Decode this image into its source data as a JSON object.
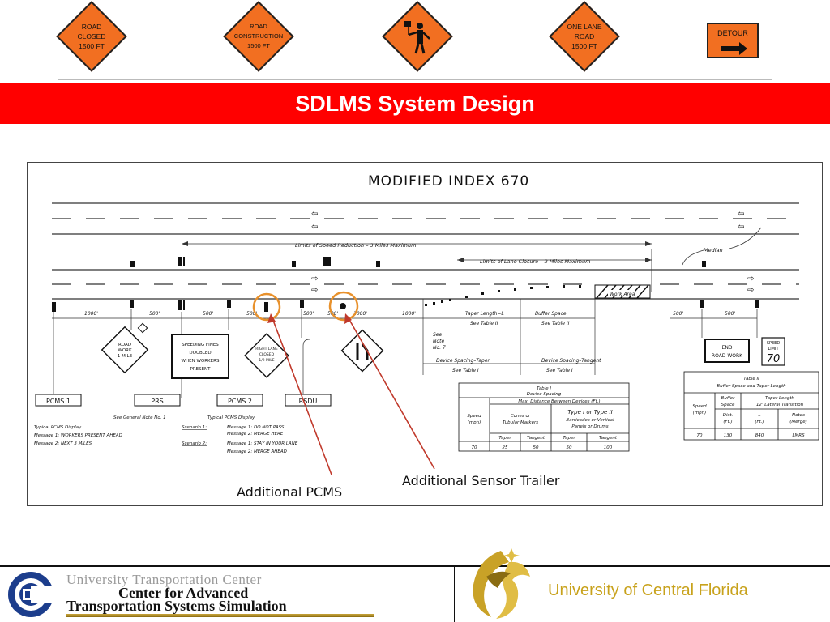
{
  "header": {
    "signs": [
      {
        "lines": [
          "ROAD",
          "CLOSED",
          "1500 FT"
        ]
      },
      {
        "lines": [
          "ROAD",
          "CONSTRUCTION",
          "1500 FT"
        ]
      },
      {
        "lines": []
      },
      {
        "lines": [
          "ONE LANE",
          "ROAD",
          "1500 FT"
        ]
      }
    ],
    "detour_sign": "DETOUR",
    "colors": {
      "sign_orange": "#f26f21",
      "title_red": "#ff0000"
    }
  },
  "title": "SDLMS System Design",
  "diagram": {
    "heading": "MODIFIED  INDEX  670",
    "limits_speed": "Limits of Speed Reduction –  3 Miles Maximum",
    "limits_lane": "Limits of Lane Closure –  2 Miles Maximum",
    "median": "Median",
    "work_area": "Work Area",
    "distances": [
      "1000'",
      "500'",
      "500'",
      "500'",
      "500'",
      "500'",
      "1000'",
      "1000'",
      "500'",
      "500'"
    ],
    "taper_length": "Taper Length=L",
    "buffer_space": "Buffer Space",
    "see_table_ii_1": "See Table II",
    "see_table_ii_2": "See Table II",
    "see_note": [
      "See",
      "Note",
      "No. 7"
    ],
    "device_spacing_taper": "Device Spacing–Taper",
    "device_spacing_tangent": "Device Spacing–Tangent",
    "see_table_i_1": "See Table I",
    "see_table_i_2": "See Table I",
    "road_work_sign": [
      "ROAD",
      "WORK",
      "1 MILE"
    ],
    "fines_sign": [
      "SPEEDING FINES",
      "DOUBLED",
      "WHEN WORKERS",
      "PRESENT"
    ],
    "right_lane_sign": [
      "RIGHT LANE",
      "CLOSED",
      "1/2 MILE"
    ],
    "end_sign": [
      "END",
      "ROAD WORK"
    ],
    "speed_limit_sign": [
      "SPEED",
      "LIMIT",
      "70"
    ],
    "boxes": [
      "PCMS 1",
      "PRS",
      "PCMS 2",
      "RSDU"
    ],
    "general_note": "See General Note No. 1",
    "typical_pcms_1": "Typical PCMS Display",
    "msg1_a": "Message 1:  WORKERS PRESENT AHEAD",
    "msg1_b": "Message 2:  NEXT  3 MILES",
    "typical_pcms_2": "Typical PCMS Display",
    "scenario1": "Scenario 1:",
    "scenario1_m1": "Message 1:  DO NOT PASS",
    "scenario1_m2": "Message 2:  MERGE HERE",
    "scenario2": "Scenario 2:",
    "scenario2_m1": "Message 1:  STAY IN YOUR LANE",
    "scenario2_m2": "Message 2:  MERGE  AHEAD",
    "table1": {
      "title": [
        "Table I",
        "Device Spacing"
      ],
      "max_dist": "Max. Distance Between Devices (Ft.)",
      "speed": [
        "Speed",
        "(mph)"
      ],
      "cones": [
        "Cones or",
        "Tubular Markers"
      ],
      "type": [
        "Type I or Type II",
        "Barricades or Vertical",
        "Panels or Drums"
      ],
      "sub": [
        "Taper",
        "Tangent",
        "Taper",
        "Tangent"
      ],
      "row": [
        "70",
        "25",
        "50",
        "50",
        "100"
      ]
    },
    "table2": {
      "title": [
        "Table II",
        "Buffer Space and Taper Length"
      ],
      "speed": [
        "Speed",
        "(mph)"
      ],
      "buffer": [
        "Buffer",
        "Space"
      ],
      "taper": [
        "Taper Length",
        "12' Lateral Transition"
      ],
      "sub": [
        "Dist.",
        "(Ft.)",
        "L",
        "(Ft.)",
        "Notes",
        "(Merge)"
      ],
      "row": [
        "70",
        "130",
        "840",
        "LMRS"
      ]
    },
    "callout_pcms": "Additional PCMS",
    "callout_trailer": "Additional Sensor Trailer"
  },
  "footer": {
    "utc": "University Transportation Center",
    "catss_line1": "Center for Advanced",
    "catss_line2": "Transportation Systems Simulation",
    "ucf": "University of Central Florida"
  }
}
